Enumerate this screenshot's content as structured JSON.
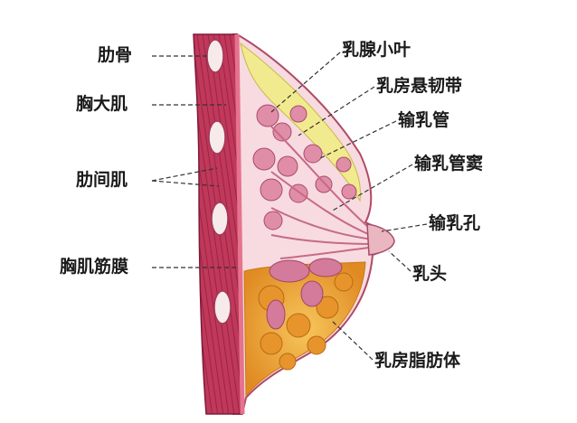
{
  "labels": {
    "rib": "肋骨",
    "pectoralis_major": "胸大肌",
    "intercostal_muscle": "肋间肌",
    "pectoral_fascia": "胸肌筋膜",
    "lobule": "乳腺小叶",
    "suspensory_ligament": "乳房悬韧带",
    "lactiferous_duct": "输乳管",
    "lactiferous_sinus": "输乳管窦",
    "duct_opening": "输乳孔",
    "nipple": "乳头",
    "fat_body": "乳房脂肪体"
  },
  "colors": {
    "muscle": "#c0385a",
    "muscle_dark": "#8e1f3f",
    "fascia": "#d96b7e",
    "skin": "#f3d3d6",
    "fat": "#e9a135",
    "fat_light": "#f2c46a",
    "gland": "#d98aa6",
    "ligament": "#f2ea8e",
    "leader": "#333333"
  }
}
